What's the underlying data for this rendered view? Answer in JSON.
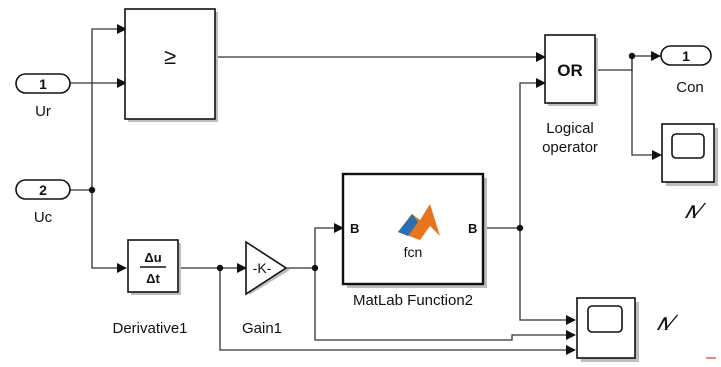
{
  "ports": {
    "in1": {
      "number": "1",
      "label": "Ur"
    },
    "in2": {
      "number": "2",
      "label": "Uc"
    },
    "out1": {
      "number": "1",
      "label": "Con"
    }
  },
  "blocks": {
    "compare": {
      "symbol": "≥"
    },
    "logic": {
      "text": "OR",
      "label_line1": "Logical",
      "label_line2": "operator"
    },
    "derivative": {
      "num": "Δu",
      "den": "Δt",
      "label": "Derivative1"
    },
    "gain": {
      "text": "-K-",
      "label": "Gain1"
    },
    "matlab_fcn": {
      "in_port": "B",
      "out_port": "B",
      "text": "fcn",
      "label": "MatLab Function2"
    },
    "scope1": {
      "glyph": "∧∕"
    },
    "scope2": {
      "glyph": "∧∕"
    }
  },
  "colors": {
    "line": "#333333",
    "shadow": "#bdbdbd",
    "matlab_logo": "#e8741e"
  }
}
